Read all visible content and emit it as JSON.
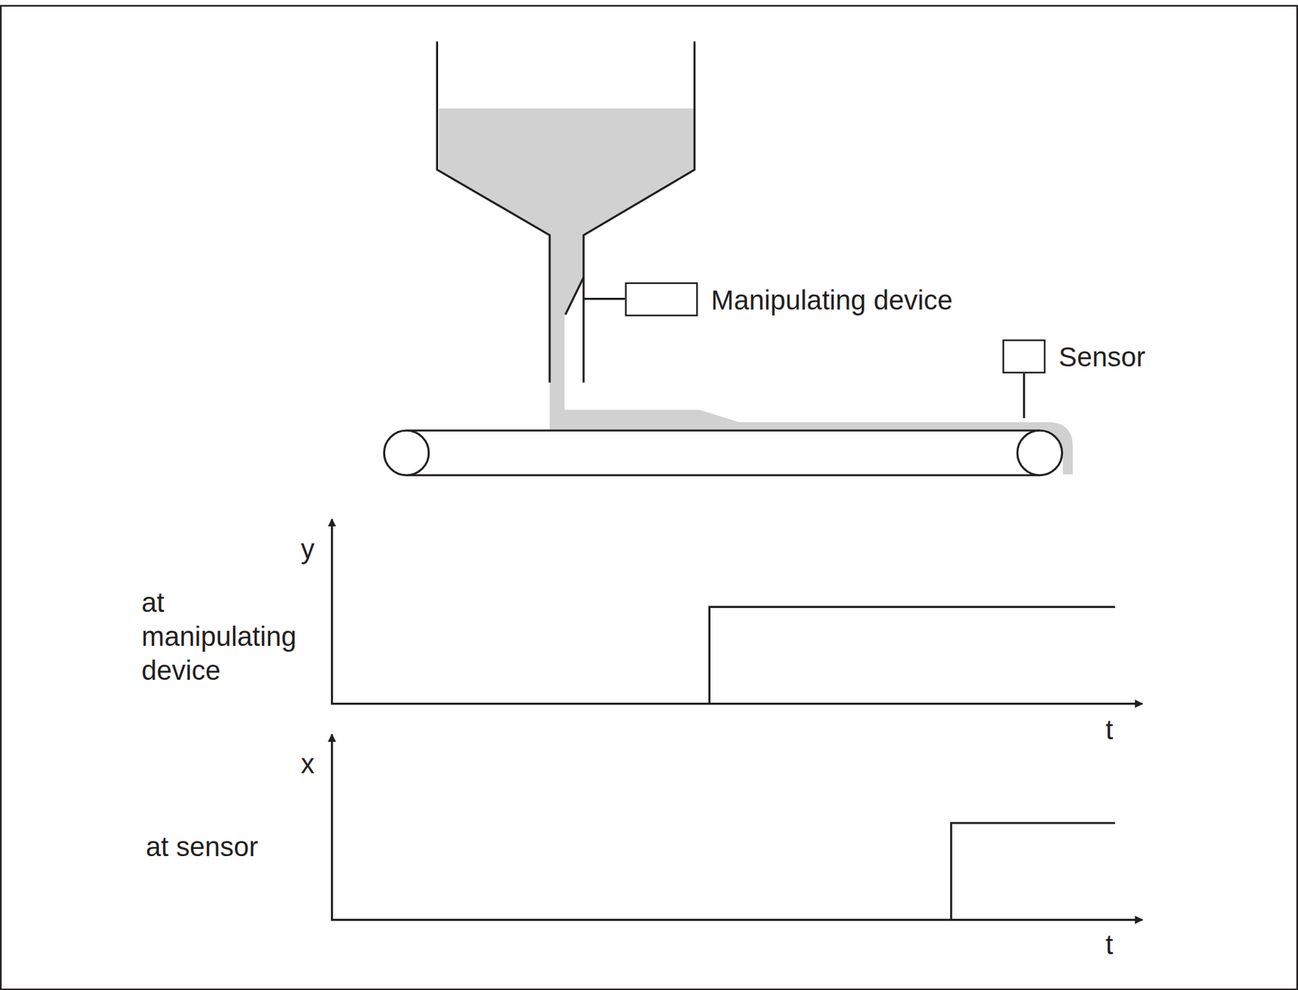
{
  "diagram": {
    "nodes": [
      {
        "text": [
          "Manipulating device"
        ]
      },
      {
        "text": [
          "Sensor"
        ]
      }
    ],
    "labels": [
      "y",
      "at manipulating device",
      "t",
      "x",
      "at sensor",
      "t"
    ]
  }
}
